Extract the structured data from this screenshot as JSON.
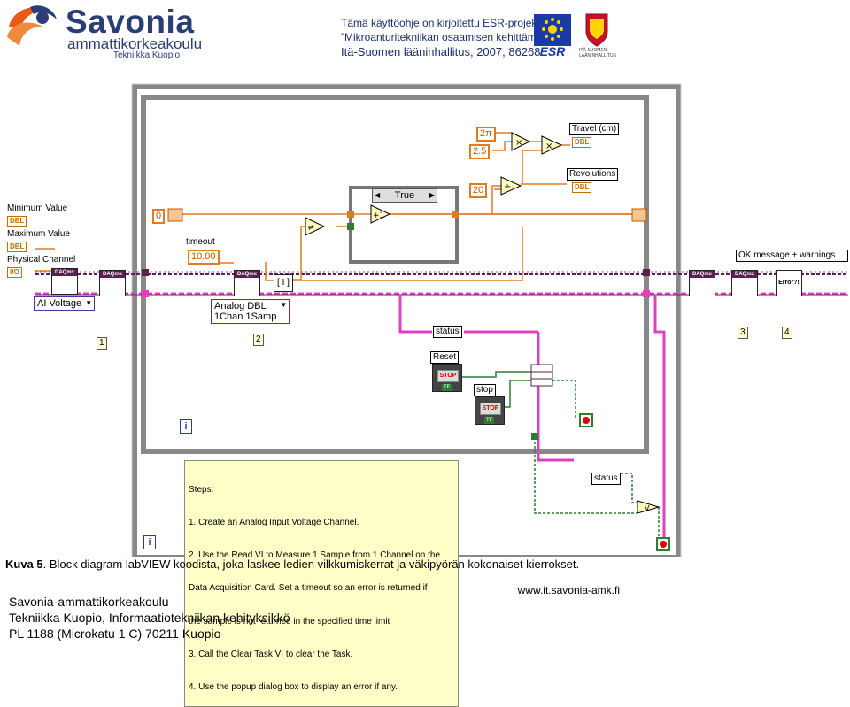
{
  "header": {
    "logo": {
      "name": "Savonia",
      "subtitle": "ammattikorkeakoulu",
      "campus": "Tekniikka Kuopio"
    },
    "project": {
      "line1": "Tämä käyttöohje on kirjoitettu ESR-projektissa",
      "line2": "”Mikroanturitekniikan osaamisen kehittäminen”",
      "line3": "Itä-Suomen lääninhallitus, 2007, 86268"
    },
    "esr_label": "ESR",
    "province_label": "ITÄ-SUOMEN LÄÄNINHALLITUS"
  },
  "diagram": {
    "labels": {
      "min_value": "Minimum Value",
      "max_value": "Maximum Value",
      "physical_channel": "Physical Channel",
      "timeout": "timeout",
      "travel": "Travel (cm)",
      "revolutions": "Revolutions",
      "reset": "Reset",
      "stop": "stop",
      "status1": "status",
      "status2": "status",
      "error_msg": "OK message + warnings"
    },
    "type_tags": {
      "dbl1": "DBL",
      "dbl2": "DBL",
      "dbl_travel": "DBL",
      "dbl_rev": "DBL",
      "io": "I/O"
    },
    "constants": {
      "zero": "0",
      "timeout_value": "10.00",
      "two_pi": "2π",
      "two_five": "2.5",
      "twenty": "20"
    },
    "case_selector": "True",
    "dropdowns": {
      "ai_voltage": "AI Voltage",
      "analog_dbl_line1": "Analog DBL",
      "analog_dbl_line2": "1Chan 1Samp"
    },
    "step_tags": [
      "1",
      "2",
      "3",
      "4"
    ],
    "vi_label": "DAQmx",
    "button_text": "STOP",
    "button_tf": "TF",
    "error_text": "Error?!",
    "info_icon": "i",
    "steps_comment": {
      "title": "Steps:",
      "lines": [
        "1.  Create an Analog Input Voltage Channel.",
        "2.  Use the Read VI to Measure 1 Sample from 1 Channel on the",
        "Data Acquisition Card.  Set a timeout so an error is returned if",
        "the sample is not returned in the specified time limit",
        "3.  Call the Clear Task VI to clear the Task.",
        "4.  Use the popup dialog box to display an error if any."
      ]
    }
  },
  "caption": {
    "label": "Kuva 5",
    "text": ". Block diagram labVIEW koodista, joka laskee ledien vilkkumiskerrat ja väkipyörän kokonaiset kierrokset."
  },
  "footer": {
    "line1": "Savonia-ammattikorkeakoulu",
    "line2": "Tekniikka Kuopio, Informaatiotekniikan kehityksikkö",
    "line3": "PL 1188 (Microkatu 1 C) 70211 Kuopio",
    "url": "www.it.savonia-amk.fi"
  },
  "colors": {
    "brand_blue": "#2a3e75",
    "brand_orange": "#e8591a",
    "wire_orange": "#e07b20",
    "wire_pink": "#e040c0",
    "wire_purple": "#5a2050",
    "wire_green": "#2e7d32",
    "comment_bg": "#ffffc8",
    "loop_gray": "#888888"
  }
}
